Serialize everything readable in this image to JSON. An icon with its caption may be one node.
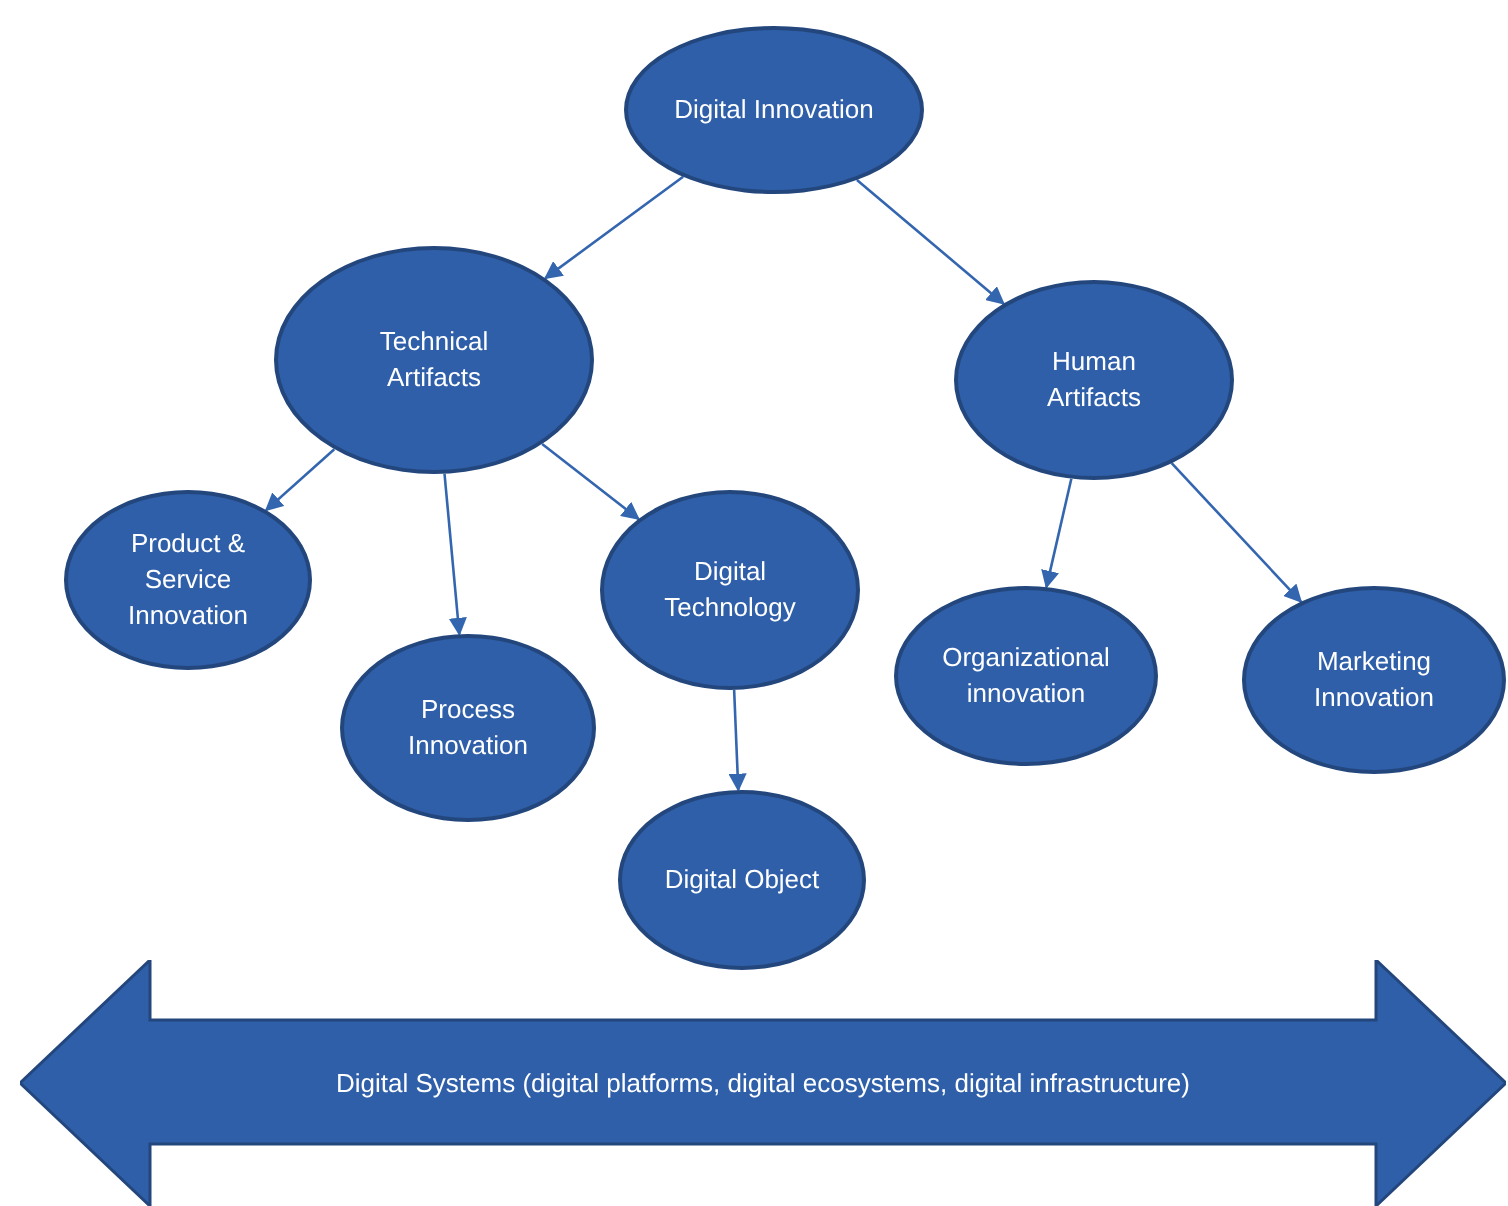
{
  "diagram": {
    "nodes": [
      {
        "text": [
          "Digital Innovation"
        ]
      },
      {
        "text": [
          "Technical Artifacts"
        ]
      },
      {
        "text": [
          "Human Artifacts"
        ]
      },
      {
        "text": [
          "Product & Service Innovation"
        ]
      },
      {
        "text": [
          "Process Innovation"
        ]
      },
      {
        "text": [
          "Digital Technology"
        ]
      },
      {
        "text": [
          "Digital Object"
        ]
      },
      {
        "text": [
          "Organizational innovation"
        ]
      },
      {
        "text": [
          "Marketing Innovation"
        ]
      },
      {
        "text": [
          "Digital Systems (digital platforms, digital ecosystems, digital infrastructure)"
        ]
      }
    ],
    "edges": [
      {
        "from": 0,
        "to": 1,
        "arrow": "to"
      },
      {
        "from": 0,
        "to": 2,
        "arrow": "to"
      },
      {
        "from": 1,
        "to": 3,
        "arrow": "to"
      },
      {
        "from": 1,
        "to": 4,
        "arrow": "to"
      },
      {
        "from": 1,
        "to": 5,
        "arrow": "to"
      },
      {
        "from": 5,
        "to": 6,
        "arrow": "to"
      },
      {
        "from": 2,
        "to": 7,
        "arrow": "to"
      },
      {
        "from": 2,
        "to": 8,
        "arrow": "to"
      }
    ]
  }
}
